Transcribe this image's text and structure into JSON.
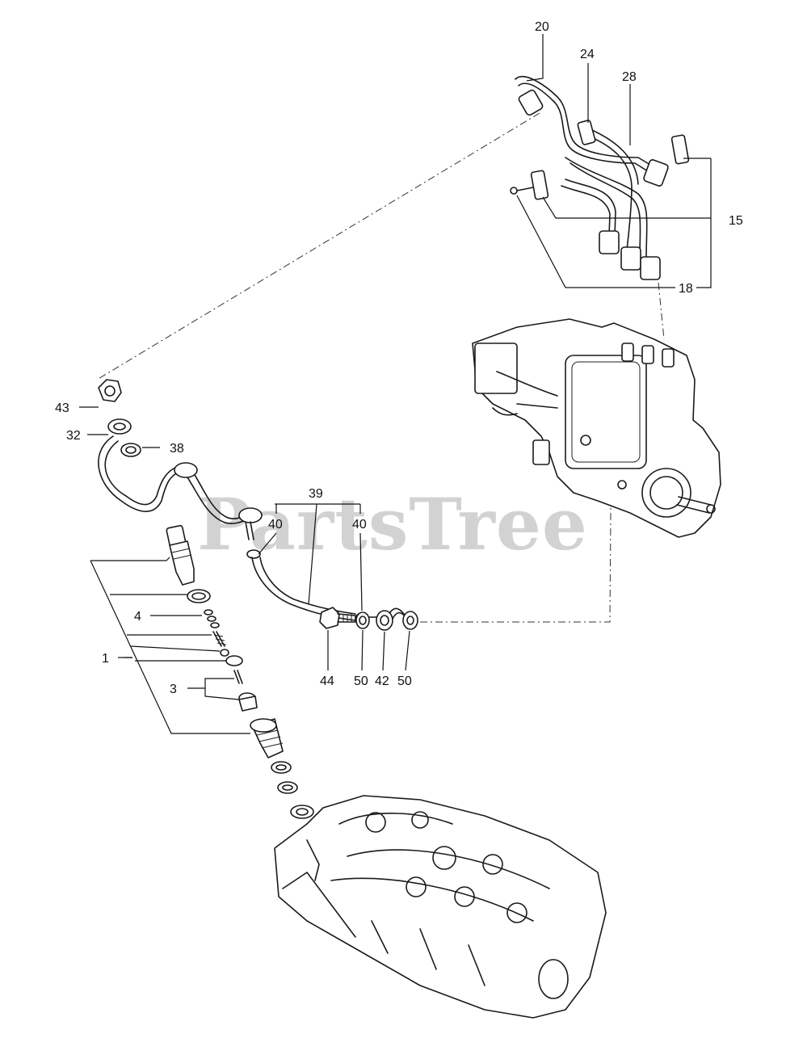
{
  "watermark": "PartsTree",
  "callouts": {
    "c20": "20",
    "c24": "24",
    "c28": "28",
    "c15": "15",
    "c18": "18",
    "c43": "43",
    "c32": "32",
    "c38": "38",
    "c39": "39",
    "c40a": "40",
    "c40b": "40",
    "c4": "4",
    "c1": "1",
    "c3": "3",
    "c44": "44",
    "c50a": "50",
    "c42": "42",
    "c50b": "50"
  }
}
